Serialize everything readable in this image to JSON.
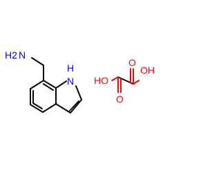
{
  "molecule": {
    "component_1": {
      "atom_labels": {
        "amine_n": "N",
        "amine_h2": "H2",
        "indole_nh": "H",
        "indole_n": "N"
      }
    },
    "component_2": {
      "atom_labels": {
        "oh_left": "HO",
        "oh_right": "OH",
        "o_top": "O",
        "o_bottom": "O"
      }
    }
  },
  "colors": {
    "bond": "#000000",
    "nitrogen": "#0000ff",
    "oxygen": "#ff0000",
    "background": "#ffffff"
  }
}
